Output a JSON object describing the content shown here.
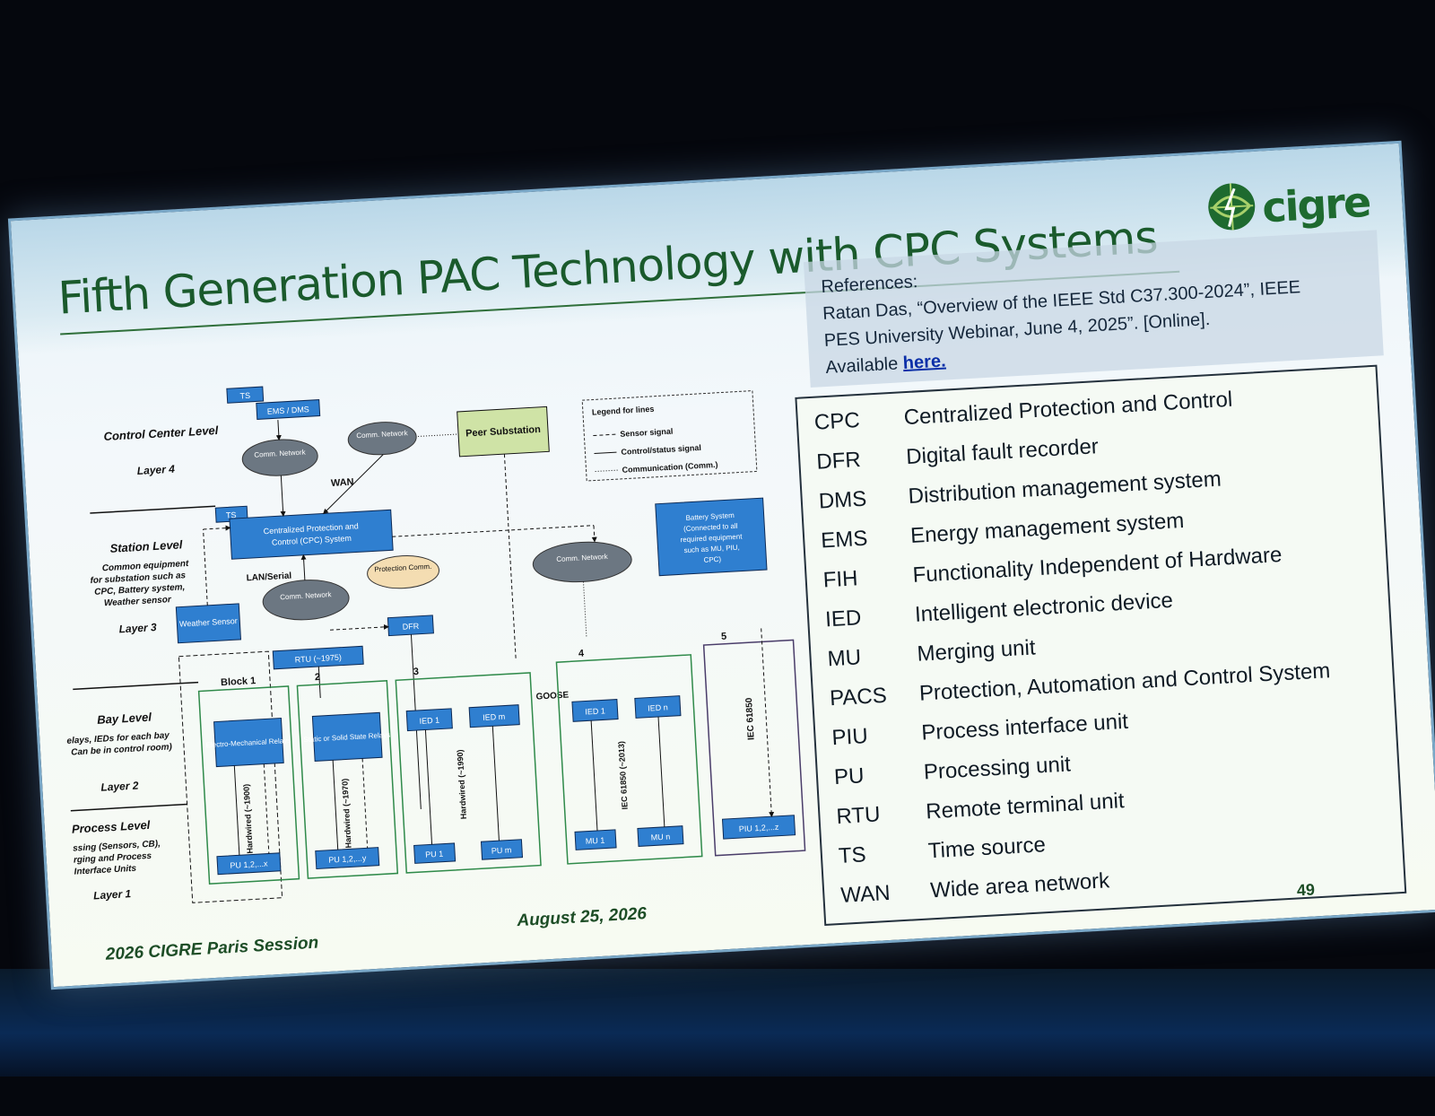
{
  "slide": {
    "title": "Fifth Generation PAC Technology with CPC Systems",
    "logo_text": "cigre",
    "references": {
      "heading": "References:",
      "line1": "Ratan Das, “Overview of the IEEE Std C37.300-2024”, IEEE",
      "line2": "PES University Webinar, June 4, 2025”. [Online].",
      "line3_prefix": "Available ",
      "link_text": "here."
    },
    "glossary": [
      {
        "abbr": "CPC",
        "definition": "Centralized Protection and Control"
      },
      {
        "abbr": "DFR",
        "definition": "Digital fault recorder"
      },
      {
        "abbr": "DMS",
        "definition": "Distribution management system"
      },
      {
        "abbr": "EMS",
        "definition": "Energy management system"
      },
      {
        "abbr": "FIH",
        "definition": "Functionality Independent of Hardware"
      },
      {
        "abbr": "IED",
        "definition": "Intelligent electronic device"
      },
      {
        "abbr": "MU",
        "definition": "Merging unit"
      },
      {
        "abbr": "PACS",
        "definition": "Protection, Automation and Control System"
      },
      {
        "abbr": "PIU",
        "definition": "Process interface unit"
      },
      {
        "abbr": "PU",
        "definition": "Processing unit"
      },
      {
        "abbr": "RTU",
        "definition": "Remote terminal unit"
      },
      {
        "abbr": "TS",
        "definition": "Time source"
      },
      {
        "abbr": "WAN",
        "definition": "Wide area network"
      }
    ],
    "footer_left": "2026 CIGRE Paris Session",
    "footer_center": "August 25, 2026",
    "page_number": "49"
  },
  "diagram": {
    "levels": {
      "control_center": "Control Center Level",
      "layer4": "Layer 4",
      "station": "Station Level",
      "station_desc1": "Common equipment",
      "station_desc2": "for substation such as",
      "station_desc3": "CPC, Battery system,",
      "station_desc4": "Weather sensor",
      "layer3": "Layer 3",
      "bay": "Bay Level",
      "bay_desc1": "elays, IEDs for each bay",
      "bay_desc2": "Can be in control room)",
      "layer2": "Layer 2",
      "process": "Process Level",
      "process_desc1": "ssing (Sensors, CB),",
      "process_desc2": "rging and Process",
      "process_desc3": "Interface Units",
      "layer1": "Layer 1"
    },
    "nodes": {
      "ts_top": "TS",
      "ems_dms": "EMS / DMS",
      "comm_network": "Comm. Network",
      "peer_substation": "Peer Substation",
      "wan": "WAN",
      "ts_station": "TS",
      "cpc_line1": "Centralized Protection and",
      "cpc_line2": "Control (CPC) System",
      "lan_serial": "LAN/Serial",
      "protection_comm": "Protection Comm.",
      "weather_sensor": "Weather Sensor",
      "battery_line1": "Battery System",
      "battery_line2": "(Connected to all",
      "battery_line3": "required equipment",
      "battery_line4": "such as MU, PIU,",
      "battery_line5": "CPC)",
      "dfr": "DFR",
      "rtu": "RTU (~1975)",
      "block1": "Block 1",
      "block2": "2",
      "block3": "3",
      "block4": "4",
      "block5": "5",
      "em_relays": "Electro-Mechanical Relays",
      "static_relays": "Static or Solid State Relays",
      "ied1": "IED 1",
      "iedm": "IED m",
      "iedn": "IED n",
      "goose": "GOOSE",
      "hardwired_1900": "Hardwired (~1900)",
      "hardwired_1970": "Hardwired (~1970)",
      "hardwired_1990": "Hardwired (~1990)",
      "iec_2013": "IEC 61850 (~2013)",
      "iec_61850": "IEC 61850",
      "pu_x": "PU 1,2,...x",
      "pu_y": "PU 1,2,...y",
      "pu1": "PU 1",
      "pum": "PU m",
      "mu1": "MU 1",
      "mun": "MU n",
      "piu": "PIU 1,2,...z"
    },
    "legend": {
      "title": "Legend for lines",
      "sensor": "Sensor signal",
      "control": "Control/status signal",
      "comm": "Communication (Comm.)"
    }
  },
  "colors": {
    "box_blue": "#2f7fd0",
    "title_green": "#1a5a2c",
    "peer_green": "#cfe3a6",
    "cloud_gray": "#6c7782"
  }
}
